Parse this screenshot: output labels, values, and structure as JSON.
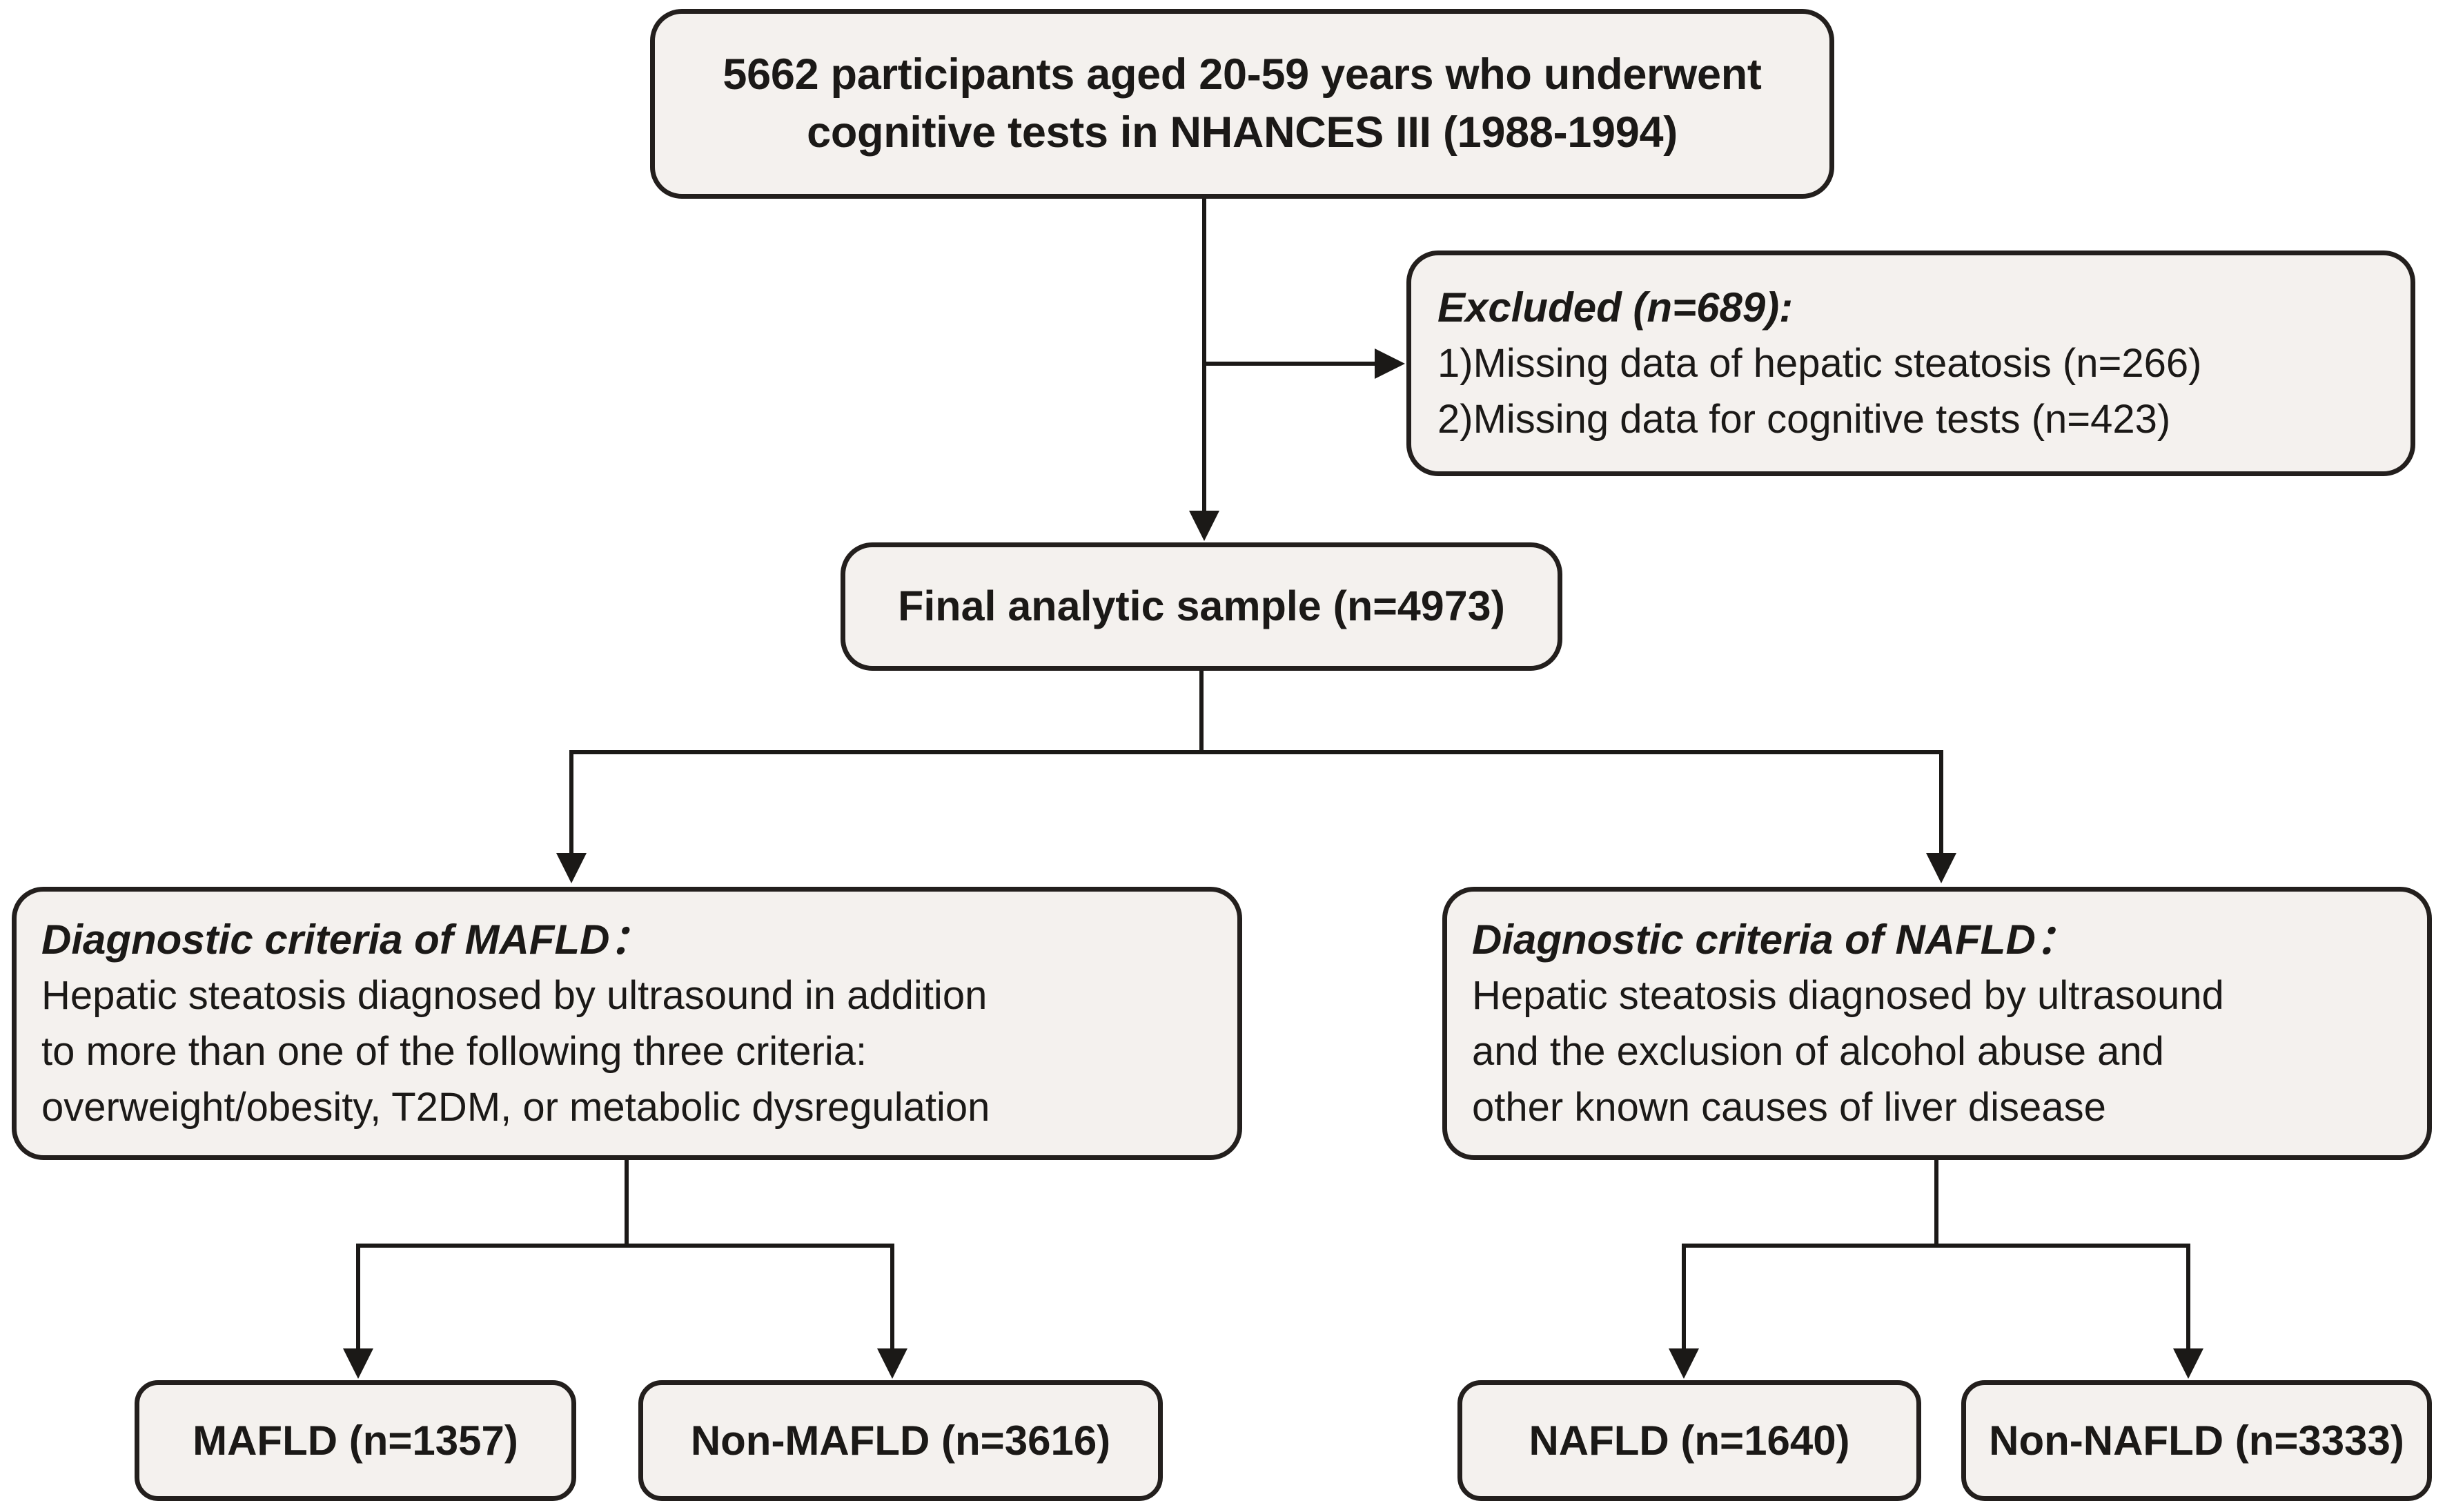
{
  "diagram": {
    "type": "flowchart",
    "title": "Study participant selection flowchart",
    "colors": {
      "box_fill": "#f4f1ee",
      "box_border": "#231f1d",
      "connector": "#1b1917",
      "text": "#1b1917",
      "background": "#ffffff"
    },
    "nodes": {
      "source": {
        "id": "source-population",
        "line1": "5662 participants aged 20-59 years who underwent",
        "line2": "cognitive tests in NHANCES III (1988-1994)",
        "n": 5662
      },
      "excluded": {
        "id": "excluded",
        "heading": "Excluded (n=689):",
        "item1": "1)Missing data of hepatic steatosis (n=266)",
        "item2": "2)Missing data for cognitive tests (n=423)",
        "n": 689,
        "reasons": [
          {
            "label": "Missing data of hepatic steatosis",
            "n": 266
          },
          {
            "label": "Missing data for cognitive tests",
            "n": 423
          }
        ]
      },
      "final_sample": {
        "id": "final-analytic-sample",
        "label": "Final analytic sample (n=4973)",
        "n": 4973
      },
      "mafld_criteria": {
        "id": "mafld-criteria",
        "heading": "Diagnostic criteria of MAFLD：",
        "line1": "Hepatic steatosis diagnosed by ultrasound in addition",
        "line2": "to more than one of the following three criteria:",
        "line3": "overweight/obesity, T2DM, or metabolic dysregulation"
      },
      "nafld_criteria": {
        "id": "nafld-criteria",
        "heading": "Diagnostic criteria of NAFLD：",
        "line1": "Hepatic steatosis diagnosed by ultrasound",
        "line2": "and the exclusion of alcohol abuse and",
        "line3": "other known causes of liver disease"
      },
      "mafld": {
        "id": "mafld-group",
        "label": "MAFLD (n=1357)",
        "n": 1357
      },
      "non_mafld": {
        "id": "non-mafld-group",
        "label": "Non-MAFLD (n=3616)",
        "n": 3616
      },
      "nafld": {
        "id": "nafld-group",
        "label": "NAFLD (n=1640)",
        "n": 1640
      },
      "non_nafld": {
        "id": "non-nafld-group",
        "label": "Non-NAFLD (n=3333)",
        "n": 3333
      }
    }
  }
}
